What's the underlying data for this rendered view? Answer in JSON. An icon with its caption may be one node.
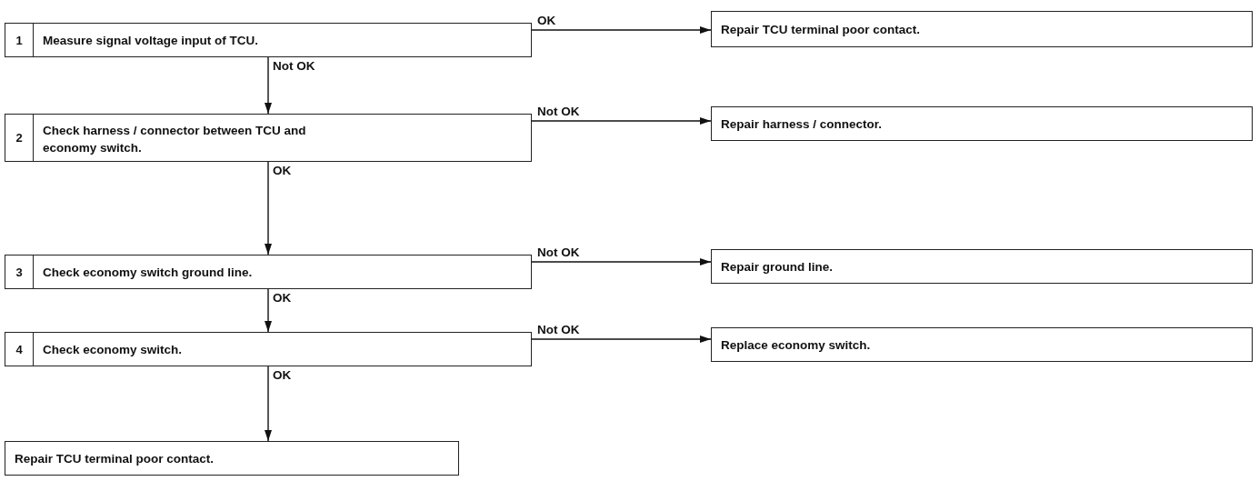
{
  "diagram": {
    "nodes": [
      {
        "text": [
          "1",
          "Measure signal voltage input of TCU."
        ]
      },
      {
        "text": [
          "Repair TCU terminal poor contact."
        ]
      },
      {
        "text": [
          "2",
          "Check harness / connector between TCU and economy switch."
        ]
      },
      {
        "text": [
          "Repair harness / connector."
        ]
      },
      {
        "text": [
          "3",
          "Check economy switch ground line."
        ]
      },
      {
        "text": [
          "Repair ground line."
        ]
      },
      {
        "text": [
          "4",
          "Check economy switch."
        ]
      },
      {
        "text": [
          "Replace economy switch."
        ]
      },
      {
        "text": [
          "Repair TCU terminal poor contact."
        ]
      }
    ],
    "edges": [
      {
        "from": 0,
        "to": 1,
        "arrow": "to",
        "label": "OK"
      },
      {
        "from": 0,
        "to": 2,
        "arrow": "to",
        "label": "Not OK"
      },
      {
        "from": 2,
        "to": 3,
        "arrow": "to",
        "label": "Not OK"
      },
      {
        "from": 2,
        "to": 4,
        "arrow": "to",
        "label": "OK"
      },
      {
        "from": 4,
        "to": 5,
        "arrow": "to",
        "label": "Not OK"
      },
      {
        "from": 4,
        "to": 6,
        "arrow": "to",
        "label": "OK"
      },
      {
        "from": 6,
        "to": 7,
        "arrow": "to",
        "label": "Not OK"
      },
      {
        "from": 6,
        "to": 8,
        "arrow": "to",
        "label": "OK"
      }
    ]
  }
}
